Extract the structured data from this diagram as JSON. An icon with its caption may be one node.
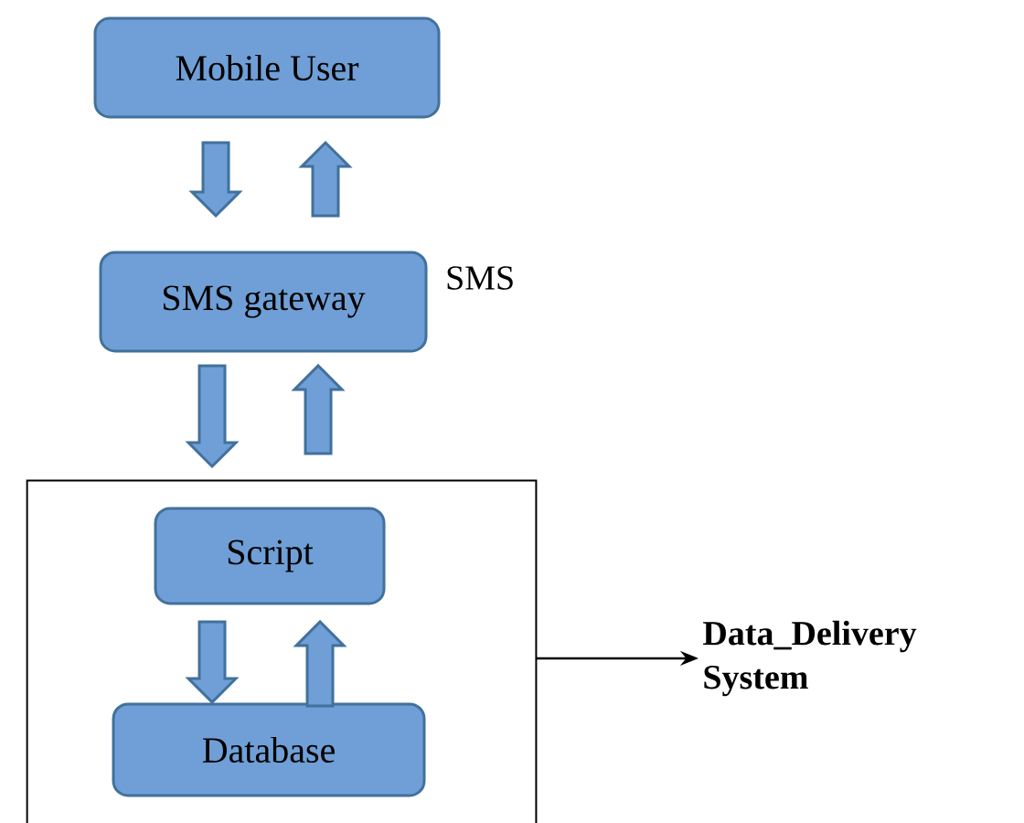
{
  "diagram": {
    "nodes": [
      {
        "text": [
          "Mobile User"
        ]
      },
      {
        "text": [
          "SMS gateway"
        ],
        "beside": [
          "SMS"
        ]
      },
      {
        "text": [],
        "shape": "box"
      },
      {
        "text": [
          "Script"
        ],
        "in": 2
      },
      {
        "text": [
          "Database"
        ],
        "in": 2
      },
      {
        "text": [
          "Data_Delivery System"
        ]
      }
    ],
    "edges": [
      {
        "from": 0,
        "to": 1,
        "arrow": "to"
      },
      {
        "from": 1,
        "to": 0,
        "arrow": "to"
      },
      {
        "from": 1,
        "to": 3,
        "arrow": "to"
      },
      {
        "from": 3,
        "to": 1,
        "arrow": "to"
      },
      {
        "from": 3,
        "to": 4,
        "arrow": "to"
      },
      {
        "from": 4,
        "to": 3,
        "arrow": "to"
      },
      {
        "from": 2,
        "to": 5,
        "arrow": "to"
      }
    ]
  }
}
